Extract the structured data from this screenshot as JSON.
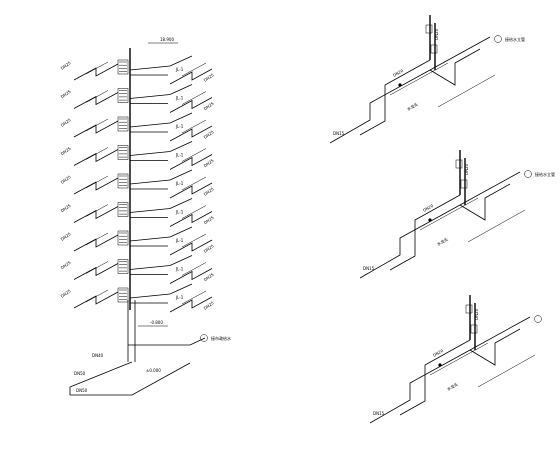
{
  "title": "",
  "riser": {
    "floor_pipe_label": "DN25",
    "floor_fitting_label": "JL-1",
    "roof_elev": "18.900",
    "base_elev": "-0.800",
    "ground_elev": "±0.000",
    "main_pipe_label": "DN40",
    "bottom_pipe_label": "DN50",
    "inlet_note": "接市政给水"
  },
  "iso_details": [
    {
      "id": "A",
      "note": "接给水立管",
      "pipe_label": "DN20",
      "branch_label": "DN15",
      "fixture_label": "水龙头"
    },
    {
      "id": "B",
      "note": "接给水立管",
      "pipe_label": "DN20",
      "branch_label": "DN15",
      "fixture_label": "水龙头"
    },
    {
      "id": "C",
      "note": "",
      "pipe_label": "DN20",
      "branch_label": "DN15",
      "fixture_label": "水龙头"
    }
  ]
}
